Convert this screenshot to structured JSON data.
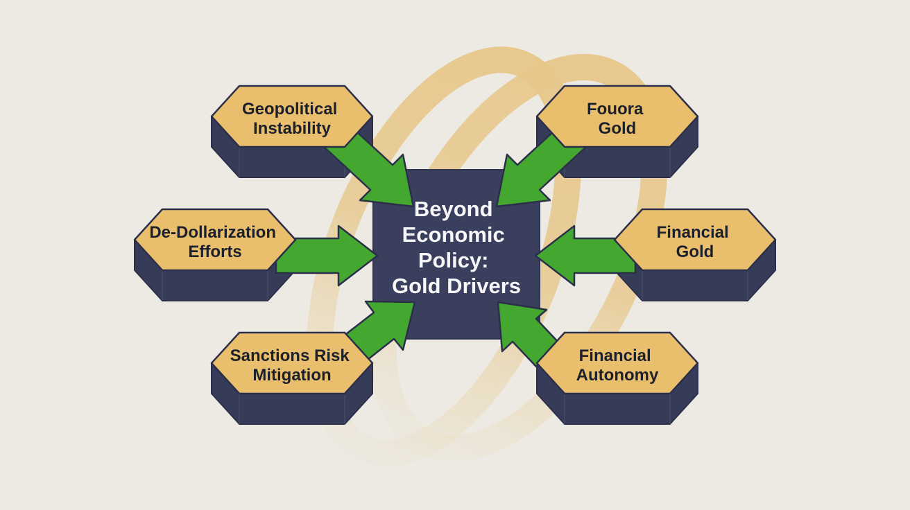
{
  "diagram": {
    "center": {
      "title": "Beyond Economic Policy: Gold Drivers",
      "lines": [
        "Beyond",
        "Economic",
        "Policy:",
        "Gold Drivers"
      ]
    },
    "nodes": [
      {
        "id": "geopolitical-instability",
        "label": "Geopolitical Instability",
        "label_lines": [
          "Geopolitical",
          "Instability"
        ],
        "position": "top-left"
      },
      {
        "id": "fouora-gold",
        "label": "Fouora Gold",
        "label_lines": [
          "Fouora",
          "Gold"
        ],
        "position": "top-right"
      },
      {
        "id": "de-dollarization-efforts",
        "label": "De-Dollarization Efforts",
        "label_lines": [
          "De-Dollarization",
          "Efforts"
        ],
        "position": "middle-left"
      },
      {
        "id": "financial-gold",
        "label": "Financial Gold",
        "label_lines": [
          "Financial",
          "Gold"
        ],
        "position": "middle-right"
      },
      {
        "id": "sanctions-risk-mitigation",
        "label": "Sanctions Risk Mitigation",
        "label_lines": [
          "Sanctions Risk",
          "Mitigation"
        ],
        "position": "bottom-left"
      },
      {
        "id": "financial-autonomy",
        "label": "Financial Autonomy",
        "label_lines": [
          "Financial",
          "Autonomy"
        ],
        "position": "bottom-right"
      }
    ],
    "arrows": [
      {
        "from": "geopolitical-instability",
        "to": "center"
      },
      {
        "from": "fouora-gold",
        "to": "center"
      },
      {
        "from": "de-dollarization-efforts",
        "to": "center"
      },
      {
        "from": "financial-gold",
        "to": "center"
      },
      {
        "from": "sanctions-risk-mitigation",
        "to": "center"
      },
      {
        "from": "financial-autonomy",
        "to": "center"
      }
    ]
  },
  "colors": {
    "background": "#edeae4",
    "hex_face": "#e9bf6d",
    "hex_side": "#363b58",
    "outline": "#2b2f49",
    "arrow_green": "#44a830",
    "center_box": "#3a3f5d",
    "label_text": "#1c202b",
    "center_text": "#f7f7f9",
    "swoosh_gold": "#e7c78a"
  }
}
